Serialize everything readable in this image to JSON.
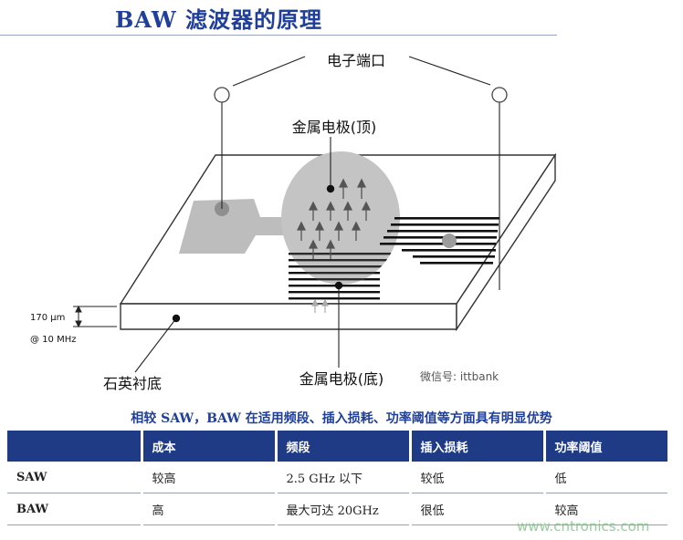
{
  "title": "BAW 滤波器的原理",
  "diagram": {
    "label_port": "电子端口",
    "label_top_electrode": "金属电极(顶)",
    "label_bottom_electrode": "金属电极(底)",
    "label_substrate": "石英衬底",
    "label_thickness": "170 μm",
    "label_frequency": "@ 10 MHz"
  },
  "subtitle": "相较 SAW，BAW 在适用频段、插入损耗、功率阈值等方面具有明显优势",
  "table": {
    "headers": [
      "",
      "成本",
      "频段",
      "插入损耗",
      "功率阈值"
    ],
    "rows": [
      [
        "SAW",
        "较高",
        "2.5 GHz 以下",
        "较低",
        "低"
      ],
      [
        "BAW",
        "高",
        "最大可达 20GHz",
        "很低",
        "较高"
      ]
    ]
  },
  "watermarks": {
    "wechat": "微信号: ittbank",
    "site": "www.cntronics.com"
  }
}
